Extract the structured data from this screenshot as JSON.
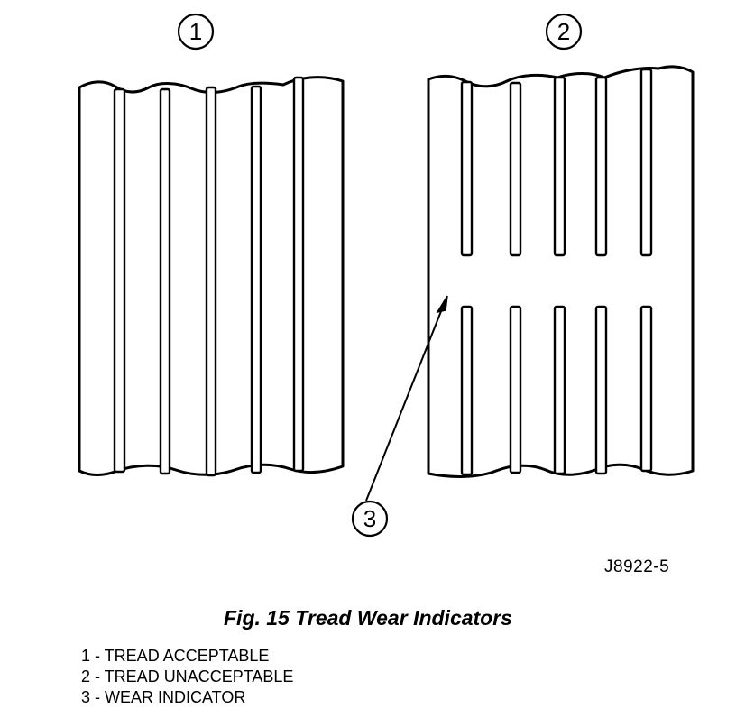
{
  "callouts": {
    "acceptable_number": "1",
    "unacceptable_number": "2",
    "wear_indicator_number": "3"
  },
  "figure_code": "J8922-5",
  "caption": "Fig. 15 Tread Wear Indicators",
  "legend": [
    "1 - TREAD ACCEPTABLE",
    "2 - TREAD UNACCEPTABLE",
    "3 - WEAR INDICATOR"
  ]
}
